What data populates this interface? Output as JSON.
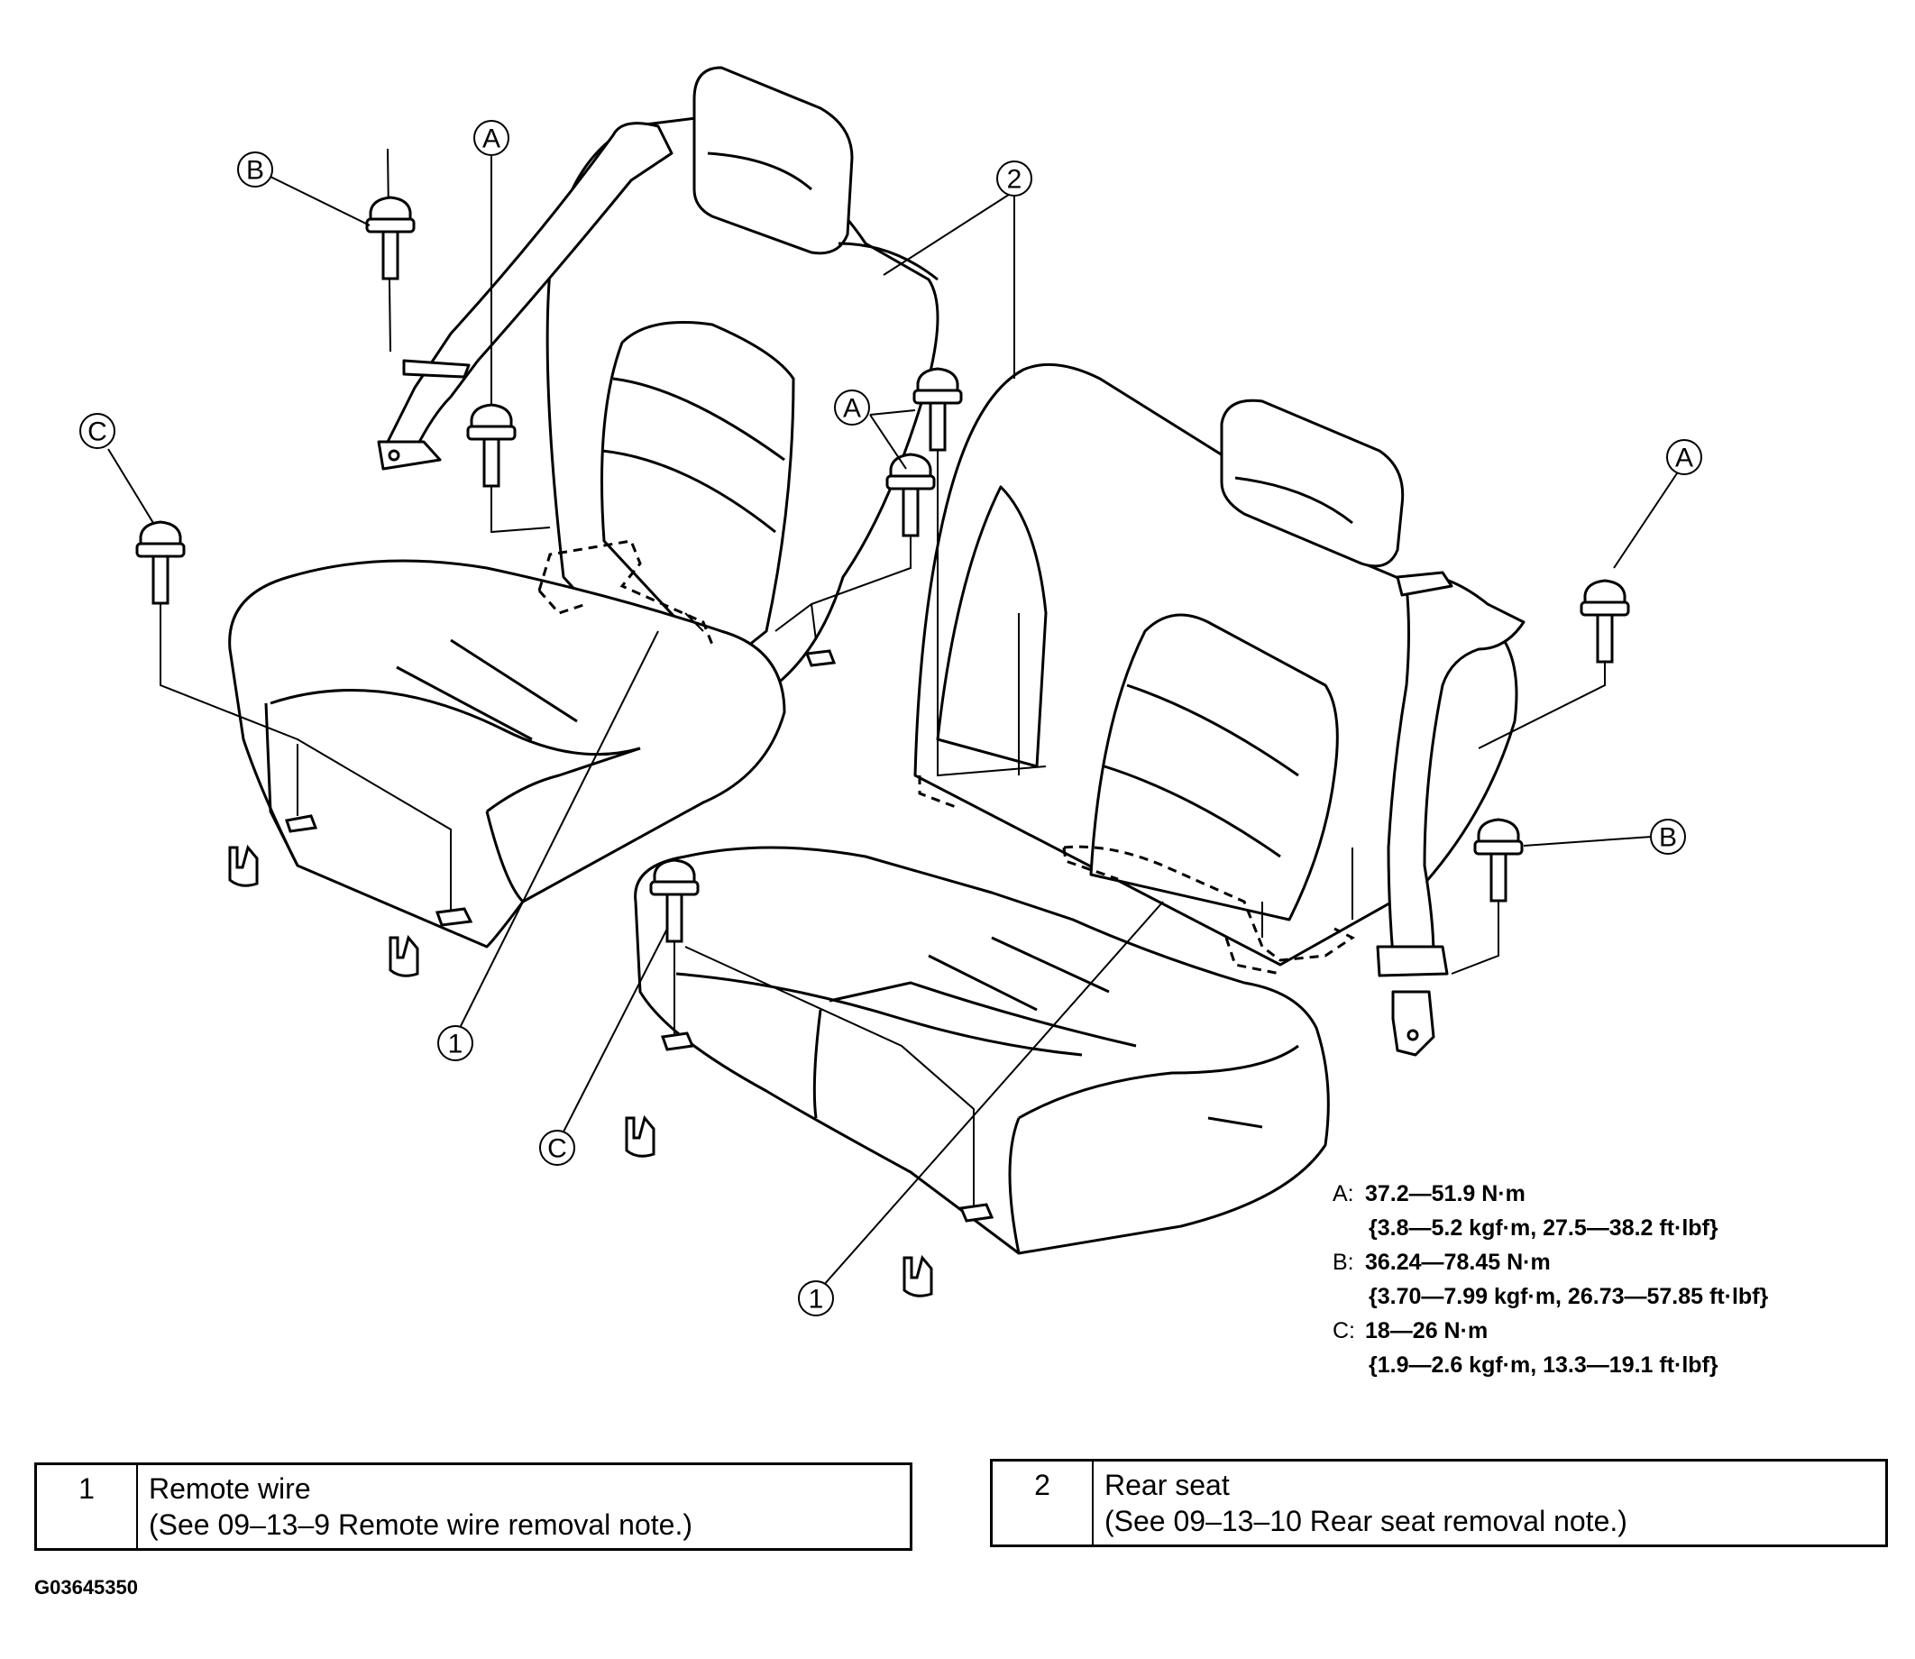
{
  "callouts": {
    "a": "A",
    "b": "B",
    "c": "C",
    "one": "1",
    "two": "2"
  },
  "torque_specs": [
    {
      "letter": "A:",
      "value": "37.2—51.9 N·m",
      "detail": "{3.8—5.2 kgf·m, 27.5—38.2 ft·lbf}"
    },
    {
      "letter": "B:",
      "value": "36.24—78.45 N·m",
      "detail": "{3.70—7.99 kgf·m, 26.73—57.85 ft·lbf}"
    },
    {
      "letter": "C:",
      "value": "18—26 N·m",
      "detail": "{1.9—2.6 kgf·m, 13.3—19.1 ft·lbf}"
    }
  ],
  "legend": [
    {
      "number": "1",
      "name": "Remote wire",
      "note": "(See 09–13–9 Remote wire removal note.)"
    },
    {
      "number": "2",
      "name": "Rear seat",
      "note": "(See 09–13–10 Rear seat removal note.)"
    }
  ],
  "figure_id": "G03645350"
}
